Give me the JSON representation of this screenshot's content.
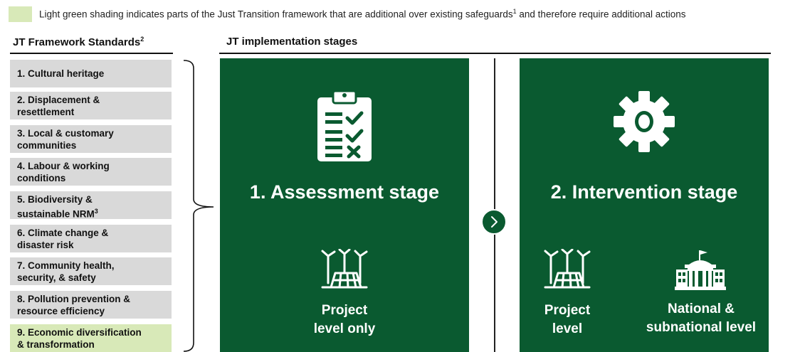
{
  "legend": {
    "text_before": "Light green shading indicates parts of the Just Transition framework that are additional over existing safeguards",
    "footnote": "1",
    "text_after": " and therefore require additional actions",
    "color": "#d8e9b8"
  },
  "standards": {
    "title": "JT Framework Standards",
    "title_note": "2",
    "items": [
      {
        "line1": "1. Cultural heritage",
        "line2": ""
      },
      {
        "line1": "2. Displacement &",
        "line2": "resettlement"
      },
      {
        "line1": "3. Local & customary",
        "line2": "communities"
      },
      {
        "line1": "4. Labour & working",
        "line2": "conditions"
      },
      {
        "line1": "5. Biodiversity &",
        "line2": "sustainable NRM",
        "note": "3"
      },
      {
        "line1": "6. Climate change &",
        "line2": "disaster risk"
      },
      {
        "line1": "7. Community health,",
        "line2": "security, & safety"
      },
      {
        "line1": "8. Pollution prevention &",
        "line2": "resource efficiency"
      },
      {
        "line1": "9. Economic diversification",
        "line2": "& transformation",
        "highlighted": true
      }
    ]
  },
  "stages": {
    "title": "JT implementation stages",
    "assessment": {
      "title": "1. Assessment stage",
      "icon": "clipboard-checklist-icon",
      "level_line1": "Project",
      "level_line2": "level only",
      "level_icon": "renewable-energy-project-icon"
    },
    "intervention": {
      "title": "2. Intervention stage",
      "icon": "gear-icon",
      "project_line1": "Project",
      "project_line2": "level",
      "project_icon": "renewable-energy-project-icon",
      "national_line1": "National &",
      "national_line2": "subnational level",
      "national_icon": "government-building-icon"
    },
    "next_icon": "chevron-right-icon",
    "panel_color": "#0a5a30"
  }
}
